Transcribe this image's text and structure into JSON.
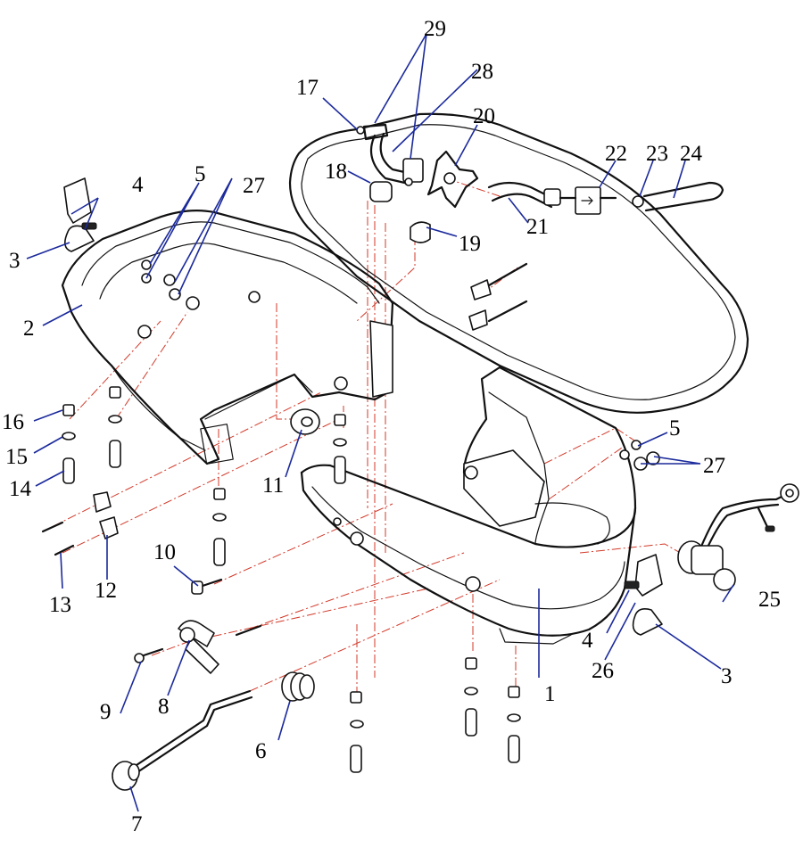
{
  "colors": {
    "outline": "#111111",
    "leader": "#1b2a9c",
    "guide": "#d23a2a",
    "background": "#ffffff"
  },
  "callouts": [
    {
      "id": "c1",
      "text": "1"
    },
    {
      "id": "c2",
      "text": "2"
    },
    {
      "id": "c3a",
      "text": "3"
    },
    {
      "id": "c3b",
      "text": "3"
    },
    {
      "id": "c4a",
      "text": "4"
    },
    {
      "id": "c4b",
      "text": "4"
    },
    {
      "id": "c5a",
      "text": "5"
    },
    {
      "id": "c5b",
      "text": "5"
    },
    {
      "id": "c6",
      "text": "6"
    },
    {
      "id": "c7",
      "text": "7"
    },
    {
      "id": "c8",
      "text": "8"
    },
    {
      "id": "c9",
      "text": "9"
    },
    {
      "id": "c10",
      "text": "10"
    },
    {
      "id": "c11",
      "text": "11"
    },
    {
      "id": "c12",
      "text": "12"
    },
    {
      "id": "c13",
      "text": "13"
    },
    {
      "id": "c14",
      "text": "14"
    },
    {
      "id": "c15",
      "text": "15"
    },
    {
      "id": "c16",
      "text": "16"
    },
    {
      "id": "c17",
      "text": "17"
    },
    {
      "id": "c18",
      "text": "18"
    },
    {
      "id": "c19",
      "text": "19"
    },
    {
      "id": "c20",
      "text": "20"
    },
    {
      "id": "c21",
      "text": "21"
    },
    {
      "id": "c22",
      "text": "22"
    },
    {
      "id": "c23",
      "text": "23"
    },
    {
      "id": "c24",
      "text": "24"
    },
    {
      "id": "c25",
      "text": "25"
    },
    {
      "id": "c26",
      "text": "26"
    },
    {
      "id": "c27a",
      "text": "27"
    },
    {
      "id": "c27b",
      "text": "27"
    },
    {
      "id": "c28",
      "text": "28"
    },
    {
      "id": "c29",
      "text": "29"
    }
  ]
}
